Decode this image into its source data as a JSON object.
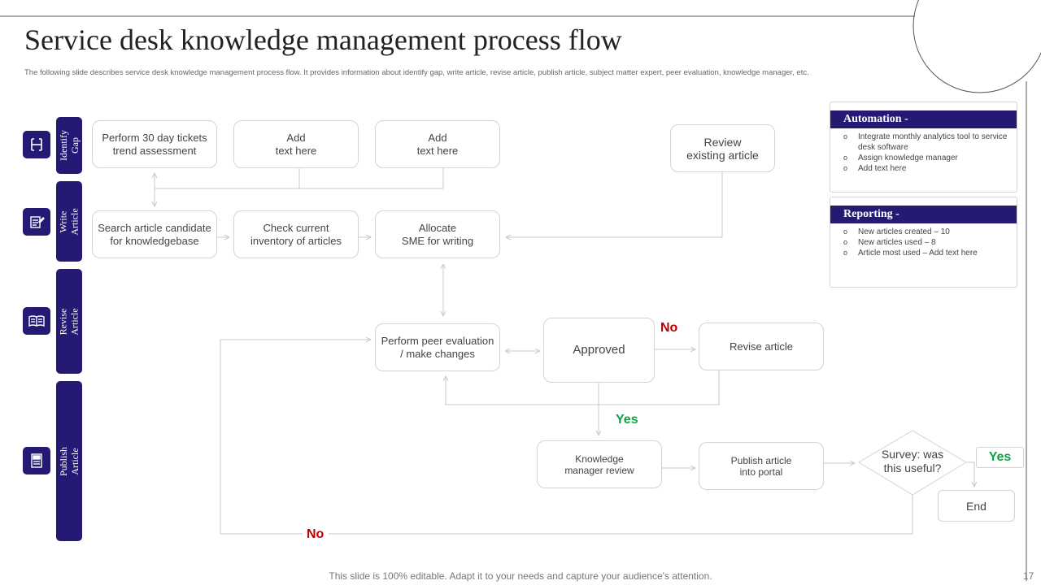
{
  "header": {
    "title": "Service desk knowledge management process flow",
    "subtitle": "The following slide describes service desk knowledge management process flow. It provides information about identify gap, write article, revise article, publish article, subject matter expert, peer evaluation, knowledge manager, etc."
  },
  "stages": [
    {
      "label": "Identify\nGap",
      "icon": "bracket-icon"
    },
    {
      "label": "Write\nArticle",
      "icon": "document-edit-icon"
    },
    {
      "label": "Revise\nArticle",
      "icon": "open-book-icon"
    },
    {
      "label": "Publish\nArticle",
      "icon": "newspaper-icon"
    }
  ],
  "flow": {
    "perform_30_day": "Perform 30 day tickets\ntrend assessment",
    "add_text_1": "Add\ntext here",
    "add_text_2": "Add\ntext here",
    "review_existing": "Review\nexisting article",
    "search_candidate": "Search article candidate\nfor knowledgebase",
    "check_inventory": "Check current\ninventory of articles",
    "allocate_sme": "Allocate\nSME for writing",
    "peer_evaluation": "Perform peer evaluation\n/ make changes",
    "approved": "Approved",
    "revise_article": "Revise article",
    "knowledge_manager_review": "Knowledge\nmanager review",
    "publish_portal": "Publish article\ninto portal",
    "survey": "Survey: was\nthis useful?",
    "end": "End",
    "label_no_1": "No",
    "label_yes_1": "Yes",
    "label_yes_2": "Yes",
    "label_no_2": "No"
  },
  "panels": {
    "automation": {
      "title": "Automation -",
      "items": [
        "Integrate monthly analytics tool to service desk software",
        "Assign knowledge manager",
        "Add text here"
      ]
    },
    "reporting": {
      "title": "Reporting -",
      "items": [
        "New articles created – 10",
        "New articles used – 8",
        "Article most used – Add text here"
      ]
    }
  },
  "footer": {
    "note": "This slide is 100% editable. Adapt it to your needs and capture your audience's attention.",
    "page_number": "17"
  },
  "colors": {
    "accent": "#241a73",
    "no": "#c00000",
    "yes": "#12a04a",
    "connector": "#c8c8c8"
  }
}
